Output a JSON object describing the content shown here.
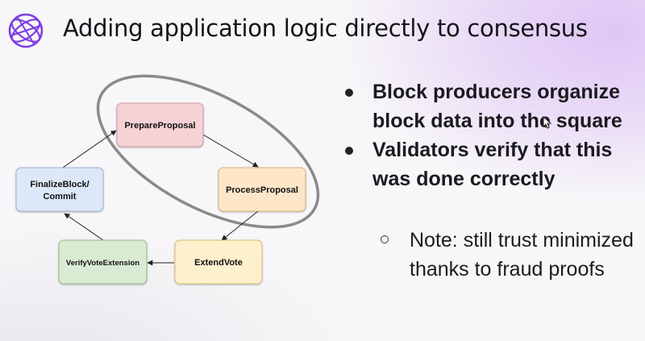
{
  "slide": {
    "title": "Adding application logic directly to consensus"
  },
  "logo": {
    "icon": "globe-network-icon",
    "color": "#7b3fe4"
  },
  "diagram": {
    "nodes": {
      "prepare": "PrepareProposal",
      "process": "ProcessProposal",
      "extend": "ExtendVote",
      "verify": "VerifyVoteExtension",
      "finalize_line1": "FinalizeBlock/",
      "finalize_line2": "Commit"
    },
    "colors": {
      "prepare": "#f6d2d4",
      "process": "#fde6c8",
      "extend": "#fdf0cc",
      "verify": "#d9ebd3",
      "finalize": "#dce8f8"
    }
  },
  "bullets": [
    "Block producers organize block data into the square",
    "Validators verify that this was done correctly"
  ],
  "sub_bullet": "Note: still trust minimized thanks to fraud proofs"
}
